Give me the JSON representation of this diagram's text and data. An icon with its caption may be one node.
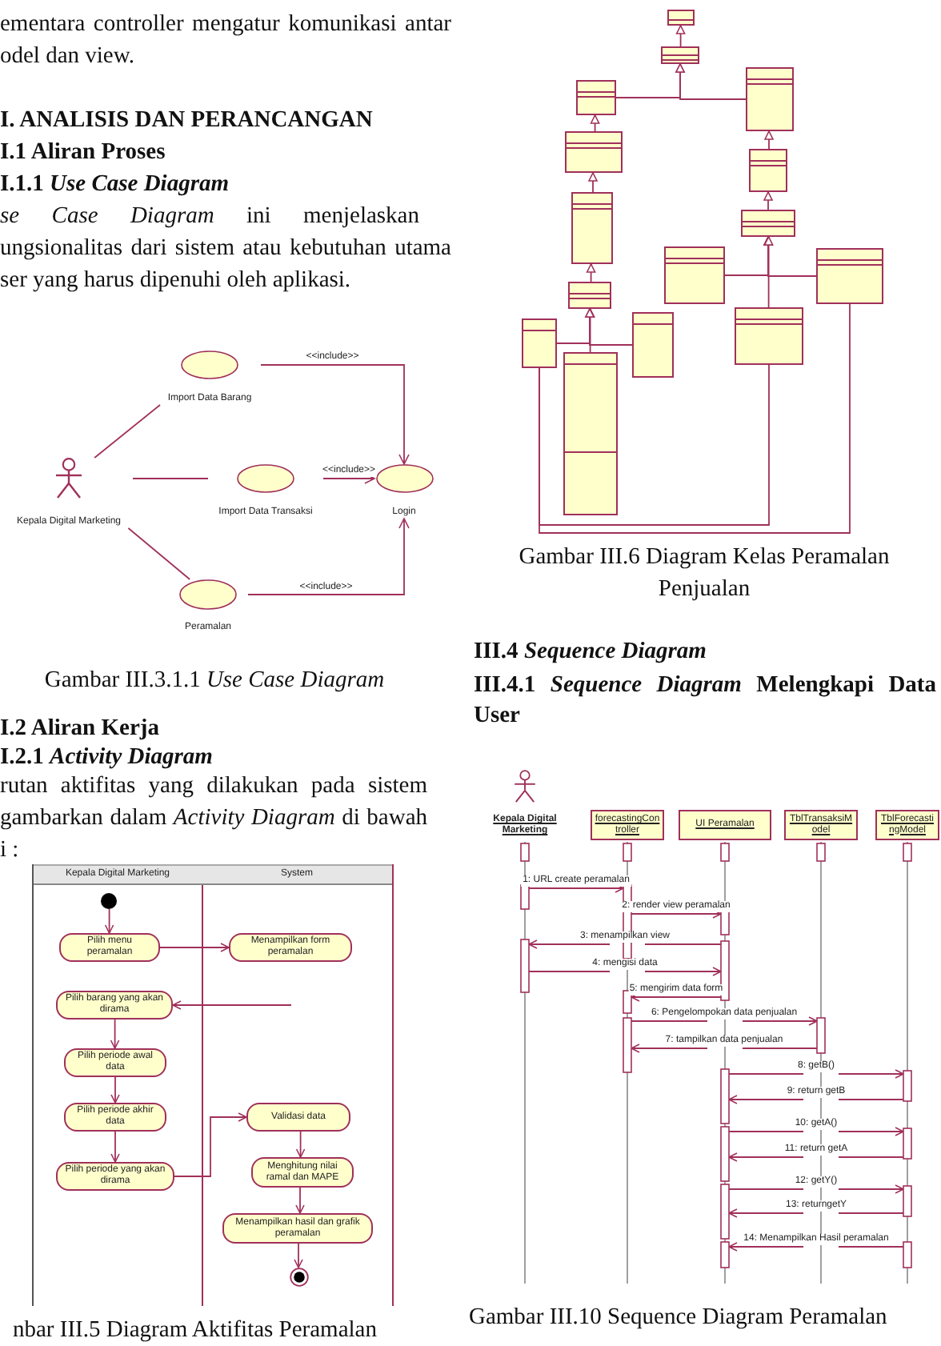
{
  "diagram": {
    "nodes": [
      {
        "text": [
          "Import Data Barang"
        ]
      },
      {
        "text": [
          "Kepala Digital Marketing"
        ]
      },
      {
        "text": [
          "Import Data Transaksi"
        ]
      },
      {
        "text": [
          "Login"
        ]
      },
      {
        "text": [
          "Peramalan"
        ]
      },
      {
        "text": [
          "Kepala Digital Marketing"
        ]
      },
      {
        "text": [
          "System"
        ]
      },
      {
        "text": [],
        "shape": "circle",
        "in": 5
      },
      {
        "text": [
          "Pilih menu peramalan"
        ],
        "in": 5
      },
      {
        "text": [
          "Menampilkan form peramalan"
        ],
        "in": 6
      },
      {
        "text": [
          "Pilih barang yang akan dirama"
        ],
        "in": 5
      },
      {
        "text": [
          "Pilih periode awal data"
        ],
        "in": 5
      },
      {
        "text": [
          "Pilih periode akhir data"
        ],
        "in": 5
      },
      {
        "text": [
          "Validasi data"
        ],
        "in": 6
      },
      {
        "text": [
          "Pilih periode yang akan dirama"
        ],
        "in": 5
      },
      {
        "text": [
          "Menghitung nilai ramal dan MAPE"
        ],
        "in": 6
      },
      {
        "text": [
          "Menampilkan hasil dan grafik peramalan"
        ],
        "in": 6
      },
      {
        "text": [],
        "shape": "circle",
        "in": 6
      },
      {
        "text": [],
        "shape": "box"
      },
      {
        "text": [],
        "shape": "box"
      },
      {
        "text": [],
        "shape": "box"
      },
      {
        "text": [],
        "shape": "box"
      },
      {
        "text": [],
        "shape": "box"
      },
      {
        "text": [],
        "shape": "box"
      },
      {
        "text": [],
        "shape": "box"
      },
      {
        "text": [],
        "shape": "box"
      },
      {
        "text": [],
        "shape": "box"
      },
      {
        "text": [],
        "shape": "box"
      },
      {
        "text": [],
        "shape": "box"
      },
      {
        "text": [],
        "shape": "box"
      },
      {
        "text": [],
        "shape": "box"
      },
      {
        "text": [],
        "shape": "box"
      },
      {
        "text": [],
        "shape": "box"
      },
      {
        "text": [
          "Kepala Digital Marketing"
        ]
      },
      {
        "text": [
          "forecastingController"
        ]
      },
      {
        "text": [
          "UI Peramalan"
        ]
      },
      {
        "text": [
          "TblTransaksiModel"
        ]
      },
      {
        "text": [
          "TblForecastingModel"
        ]
      },
      {
        "text": [],
        "shape": "line"
      },
      {
        "text": [],
        "shape": "line"
      },
      {
        "text": [],
        "shape": "line"
      },
      {
        "text": [],
        "shape": "line"
      },
      {
        "text": [],
        "shape": "line"
      }
    ],
    "edges": [
      {
        "from": 1,
        "to": 0,
        "arrow": "none"
      },
      {
        "from": 1,
        "to": 2,
        "arrow": "none"
      },
      {
        "from": 1,
        "to": 4,
        "arrow": "none"
      },
      {
        "from": 0,
        "to": 3,
        "arrow": "to",
        "label": "<<include>>"
      },
      {
        "from": 2,
        "to": 3,
        "arrow": "to",
        "label": "<<include>>"
      },
      {
        "from": 4,
        "to": 3,
        "arrow": "to",
        "label": "<<include>>"
      },
      {
        "from": 7,
        "to": 8,
        "arrow": "to"
      },
      {
        "from": 8,
        "to": 9,
        "arrow": "to"
      },
      {
        "from": null,
        "to": 10,
        "arrow": "to"
      },
      {
        "from": 10,
        "to": 11,
        "arrow": "to"
      },
      {
        "from": 11,
        "to": 12,
        "arrow": "to"
      },
      {
        "from": 12,
        "to": 14,
        "arrow": "to"
      },
      {
        "from": 14,
        "to": 13,
        "arrow": "to"
      },
      {
        "from": 13,
        "to": 15,
        "arrow": "to"
      },
      {
        "from": 15,
        "to": 16,
        "arrow": "to"
      },
      {
        "from": 16,
        "to": 17,
        "arrow": "to"
      },
      {
        "from": 19,
        "to": 18,
        "arrow": "to"
      },
      {
        "from": 20,
        "to": 19,
        "arrow": "to"
      },
      {
        "from": 21,
        "to": 19,
        "arrow": "to"
      },
      {
        "from": 22,
        "to": 20,
        "arrow": "to"
      },
      {
        "from": 24,
        "to": 22,
        "arrow": "to"
      },
      {
        "from": 28,
        "to": 24,
        "arrow": "to"
      },
      {
        "from": 23,
        "to": 21,
        "arrow": "to"
      },
      {
        "from": 25,
        "to": 23,
        "arrow": "to"
      },
      {
        "from": 26,
        "to": 25,
        "arrow": "to"
      },
      {
        "from": 27,
        "to": 25,
        "arrow": "to"
      },
      {
        "from": 29,
        "to": 25,
        "arrow": "to"
      },
      {
        "from": 30,
        "to": 28,
        "arrow": "to"
      },
      {
        "from": 32,
        "to": 28,
        "arrow": "to"
      },
      {
        "from": 31,
        "to": 28,
        "arrow": "to"
      },
      {
        "from": 30,
        "to": 29,
        "arrow": "none"
      },
      {
        "from": 30,
        "to": 27,
        "arrow": "none"
      },
      {
        "from": 38,
        "to": 39,
        "arrow": "to",
        "label": "1: URL create peramalan"
      },
      {
        "from": 39,
        "to": 40,
        "arrow": "to",
        "label": "2: render view peramalan"
      },
      {
        "from": 40,
        "to": 38,
        "arrow": "to",
        "label": "3: menampilkan view"
      },
      {
        "from": 38,
        "to": 40,
        "arrow": "to",
        "label": "4: mengisi data"
      },
      {
        "from": 40,
        "to": 39,
        "arrow": "to",
        "label": "5: mengirim data form"
      },
      {
        "from": 39,
        "to": 41,
        "arrow": "to",
        "label": "6: Pengelompokan data penjualan"
      },
      {
        "from": 41,
        "to": 39,
        "arrow": "to",
        "label": "7: tampilkan data penjualan"
      },
      {
        "from": 40,
        "to": 42,
        "arrow": "to",
        "label": "8: getB()"
      },
      {
        "from": 42,
        "to": 40,
        "arrow": "to",
        "label": "9: return getB"
      },
      {
        "from": 40,
        "to": 42,
        "arrow": "to",
        "label": "10: getA()"
      },
      {
        "from": 42,
        "to": 40,
        "arrow": "to",
        "label": "11: return getA"
      },
      {
        "from": 40,
        "to": 42,
        "arrow": "to",
        "label": "12: getY()"
      },
      {
        "from": 42,
        "to": 40,
        "arrow": "to",
        "label": "13: returngetY"
      },
      {
        "from": 42,
        "to": 40,
        "arrow": "to",
        "label": "14: Menampilkan Hasil peramalan"
      }
    ],
    "labels": [
      "ementara controller mengatur komunikasi antar odel dan view.",
      "I. ANALISIS DAN PERANCANGAN",
      "I.1 Aliran Proses",
      "I.1.1 *Use Case Diagram*",
      "*se Case Diagram* ini menjelaskan ungsionalitas dari sistem atau kebutuhan utama ser yang harus dipenuhi oleh aplikasi.",
      "Gambar III.3.1.1 *Use Case Diagram*",
      "I.2 Aliran Kerja",
      "I.2.1 *Activity Diagram*",
      "rutan aktifitas yang dilakukan pada sistem gambarkan dalam *Activity Diagram* di bawah i :",
      "nbar III.5 Diagram Aktifitas Peramalan",
      "Gambar III.6 Diagram Kelas Peramalan Penjualan",
      "III.4 *Sequence Diagram*",
      "III.4.1 *Sequence Diagram* Melengkapi Data User",
      "Gambar III.10 Sequence Diagram Peramalan"
    ]
  }
}
